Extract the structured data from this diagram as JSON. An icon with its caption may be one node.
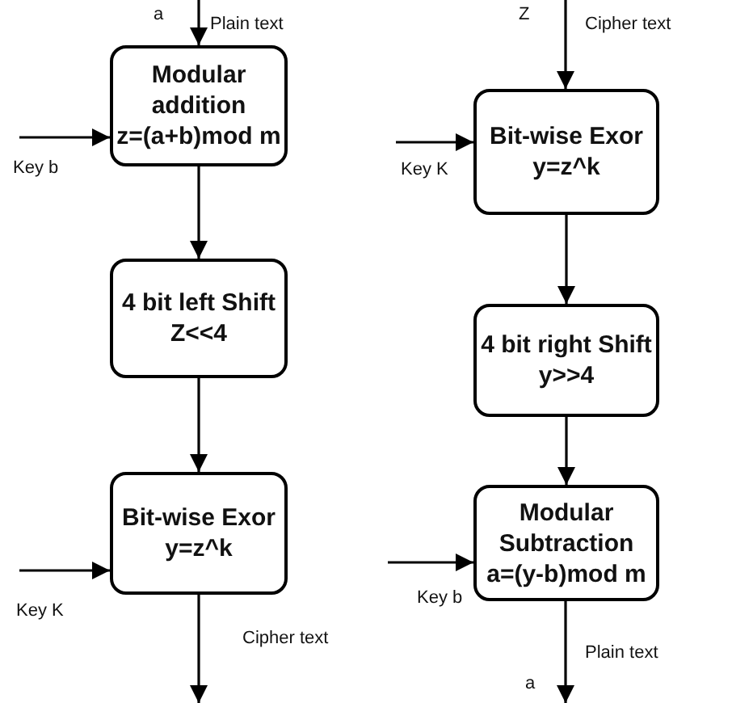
{
  "diagram": {
    "nodes": [
      {
        "text": [
          "Modular addition",
          "z=(a+b)mod m"
        ]
      },
      {
        "text": [
          "4 bit left Shift",
          "Z<<4"
        ]
      },
      {
        "text": [
          "Bit-wise Exor",
          "y=z^k"
        ]
      },
      {
        "text": [
          "Bit-wise Exor",
          "y=z^k"
        ]
      },
      {
        "text": [
          "4 bit right Shift",
          "y>>4"
        ]
      },
      {
        "text": [
          "Modular Subtraction",
          "a=(y-b)mod m"
        ]
      }
    ],
    "edges": [
      {
        "from": null,
        "to": 0,
        "arrow": "to"
      },
      {
        "from": null,
        "to": 0,
        "arrow": "to"
      },
      {
        "from": 0,
        "to": 1,
        "arrow": "to"
      },
      {
        "from": 1,
        "to": 2,
        "arrow": "to"
      },
      {
        "from": null,
        "to": 2,
        "arrow": "to"
      },
      {
        "from": 2,
        "to": null,
        "arrow": "to"
      },
      {
        "from": null,
        "to": 3,
        "arrow": "to"
      },
      {
        "from": null,
        "to": 3,
        "arrow": "to"
      },
      {
        "from": 3,
        "to": 4,
        "arrow": "to"
      },
      {
        "from": 4,
        "to": 5,
        "arrow": "to"
      },
      {
        "from": null,
        "to": 5,
        "arrow": "to"
      },
      {
        "from": 5,
        "to": null,
        "arrow": "to"
      }
    ],
    "labels": [
      "a",
      "Plain text",
      "Key b",
      "Key K",
      "Cipher text",
      "Z",
      "Cipher text",
      "Key K",
      "Key b",
      "Plain text",
      "a"
    ]
  }
}
